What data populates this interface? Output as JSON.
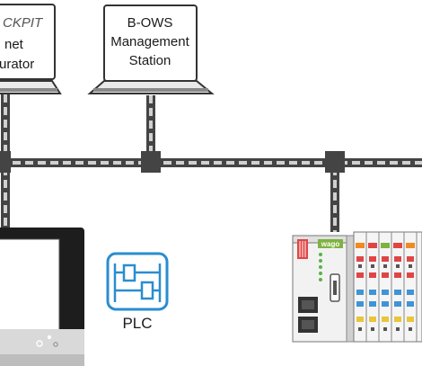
{
  "laptop_left": {
    "line1": "CKPIT",
    "line2": "net",
    "line3": "urator"
  },
  "laptop_right": {
    "line1": "B-OWS",
    "line2": "Management",
    "line3": "Station"
  },
  "plc": {
    "label": "PLC"
  },
  "controller": {
    "brand": "wago"
  },
  "colors": {
    "plc_icon": "#2a8dd0",
    "bus": "#444444",
    "bus_light": "#cfcfcf",
    "panel_bezel": "#1d1d1d"
  }
}
